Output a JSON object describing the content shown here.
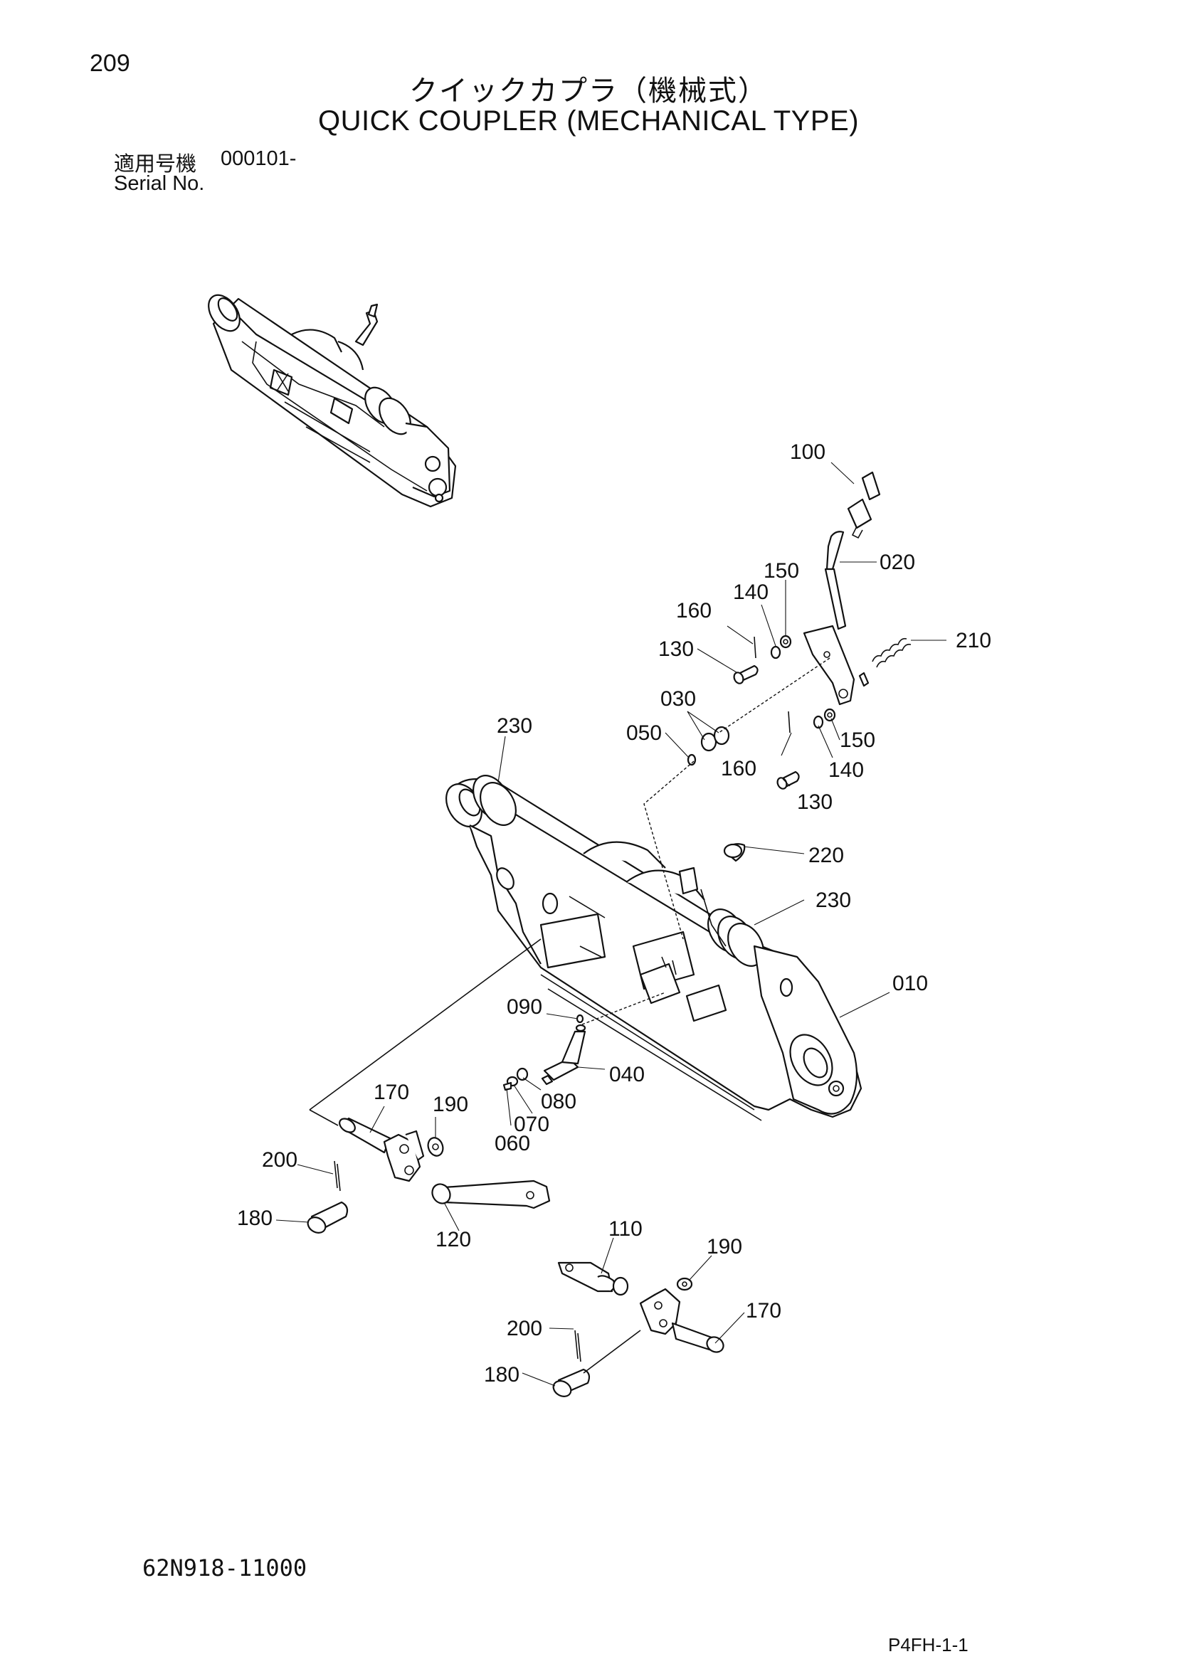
{
  "page_number": "209",
  "title_jp": "クイックカプラ（機械式）",
  "title_en": "QUICK COUPLER (MECHANICAL TYPE)",
  "serial": {
    "label_jp": "適用号機",
    "value": "000101-",
    "label_en": "Serial No."
  },
  "drawing_number": "62N918-11000",
  "page_code": "P4FH-1-1",
  "callouts": [
    "100",
    "020",
    "150",
    "140",
    "160",
    "130",
    "210",
    "030",
    "230",
    "050",
    "150",
    "160",
    "140",
    "130",
    "220",
    "230",
    "010",
    "090",
    "040",
    "080",
    "170",
    "190",
    "070",
    "060",
    "200",
    "180",
    "120",
    "110",
    "190",
    "170",
    "200",
    "180"
  ]
}
